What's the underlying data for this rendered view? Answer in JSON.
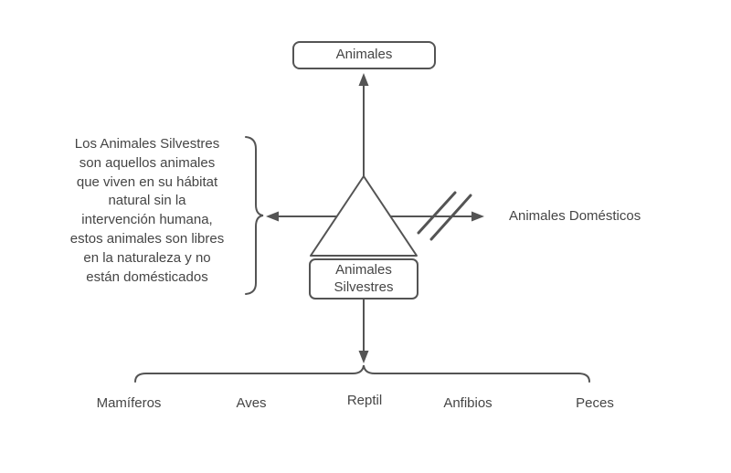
{
  "colors": {
    "line": "#545454",
    "text": "#454545",
    "background": "#ffffff"
  },
  "diagram": {
    "root": {
      "label": "Animales"
    },
    "center": {
      "label": "Animales Silvestres"
    },
    "right": {
      "label": "Animales Domésticos"
    },
    "description": {
      "lines": [
        "Los Animales Silvestres",
        "son aquellos animales",
        "que viven en su hábitat",
        "natural sin la",
        "intervención humana,",
        "estos animales son libres",
        "en la naturaleza y no",
        "están domésticados"
      ]
    },
    "categories": [
      "Mamíferos",
      "Aves",
      "Reptil",
      "Anfibios",
      "Peces"
    ]
  }
}
